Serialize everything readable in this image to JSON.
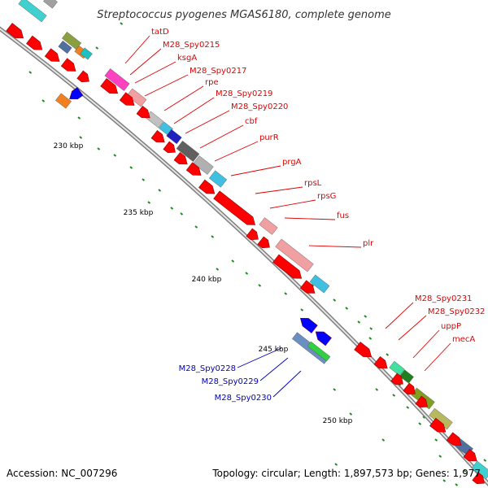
{
  "title": "Streptococcus pyogenes MGAS6180, complete genome",
  "footer": {
    "accession": "Accession: NC_007296",
    "summary": "Topology: circular; Length: 1,897,573 bp; Genes: 1,977"
  },
  "colors": {
    "forward_gene": "#ff0000",
    "reverse_gene": "#0000ff",
    "forward_label": "#e00000",
    "reverse_label": "#0000c0",
    "backbone": "#9a9a9a",
    "gc_tick": "#1a8a1a"
  },
  "kbp_labels": [
    "230 kbp",
    "235 kbp",
    "240 kbp",
    "245 kbp",
    "250 kbp"
  ],
  "forward_labels": [
    "tatD",
    "M28_Spy0215",
    "ksgA",
    "M28_Spy0217",
    "rpe",
    "M28_Spy0219",
    "M28_Spy0220",
    "cbf",
    "purR",
    "prgA",
    "rpsL",
    "rpsG",
    "fus",
    "plr",
    "M28_Spy0231",
    "M28_Spy0232",
    "uppP",
    "mecA"
  ],
  "reverse_labels": [
    "M28_Spy0228",
    "M28_Spy0229",
    "M28_Spy0230"
  ]
}
